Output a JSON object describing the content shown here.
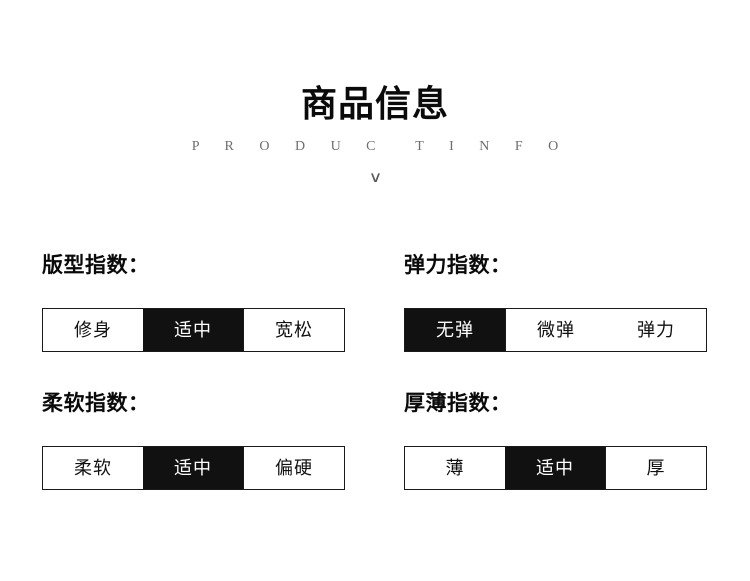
{
  "header": {
    "title": "商品信息",
    "subtitle": "P R O D U C  T I N F O",
    "chevron": "∨"
  },
  "indices": [
    {
      "label": "版型指数：",
      "position": "left",
      "options": [
        {
          "text": "修身",
          "selected": false,
          "divider": false
        },
        {
          "text": "适中",
          "selected": true,
          "divider": true
        },
        {
          "text": "宽松",
          "selected": false,
          "divider": true
        }
      ]
    },
    {
      "label": "弹力指数：",
      "position": "right",
      "options": [
        {
          "text": "无弹",
          "selected": true,
          "divider": false
        },
        {
          "text": "微弹",
          "selected": false,
          "divider": true
        },
        {
          "text": "弹力",
          "selected": false,
          "divider": false
        }
      ]
    },
    {
      "label": "柔软指数：",
      "position": "left",
      "options": [
        {
          "text": "柔软",
          "selected": false,
          "divider": false
        },
        {
          "text": "适中",
          "selected": true,
          "divider": true
        },
        {
          "text": "偏硬",
          "selected": false,
          "divider": true
        }
      ]
    },
    {
      "label": "厚薄指数：",
      "position": "right",
      "options": [
        {
          "text": "薄",
          "selected": false,
          "divider": false
        },
        {
          "text": "适中",
          "selected": true,
          "divider": true
        },
        {
          "text": "厚",
          "selected": false,
          "divider": true
        }
      ]
    }
  ],
  "colors": {
    "background": "#ffffff",
    "text": "#0a0a0a",
    "subtitle": "#6e6e6e",
    "selected_background": "#111111",
    "selected_text": "#ffffff",
    "border": "#1a1a1a"
  }
}
